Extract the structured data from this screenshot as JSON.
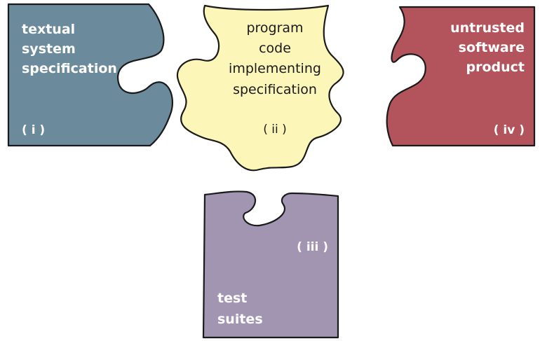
{
  "pieces": {
    "spec": {
      "lines": [
        "textual",
        "system",
        "specification"
      ],
      "number": "( i )",
      "fill": "#6b8b9c",
      "text_color": "#ffffff"
    },
    "code": {
      "lines": [
        "program",
        "code",
        "implementing",
        "specification"
      ],
      "number": "( ii )",
      "fill": "#fdf6b9",
      "text_color": "#1a1a1a"
    },
    "tests": {
      "lines": [
        "test",
        "suites"
      ],
      "number": "( iii )",
      "fill": "#a295b2",
      "text_color": "#ffffff"
    },
    "product": {
      "lines": [
        "untrusted",
        "software",
        "product"
      ],
      "number": "( iv )",
      "fill": "#b3545c",
      "text_color": "#ffffff"
    }
  }
}
